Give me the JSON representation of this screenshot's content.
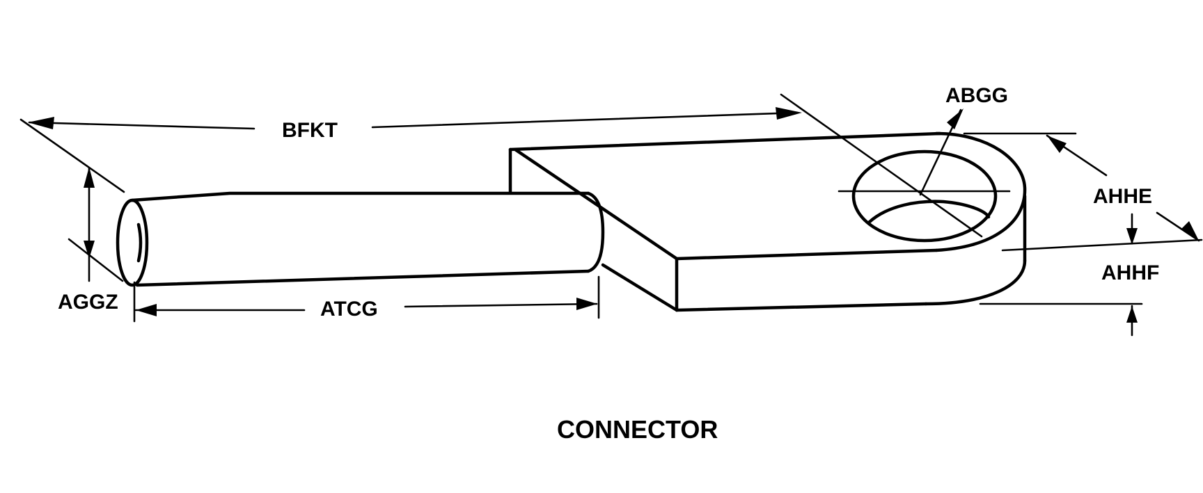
{
  "diagram": {
    "caption": "CONNECTOR",
    "dimensions": {
      "overall_length": "BFKT",
      "hole_diameter": "ABGG",
      "tongue_width": "AHHE",
      "tongue_thickness": "AHHF",
      "barrel_diameter": "AGGZ",
      "barrel_length": "ATCG"
    }
  }
}
